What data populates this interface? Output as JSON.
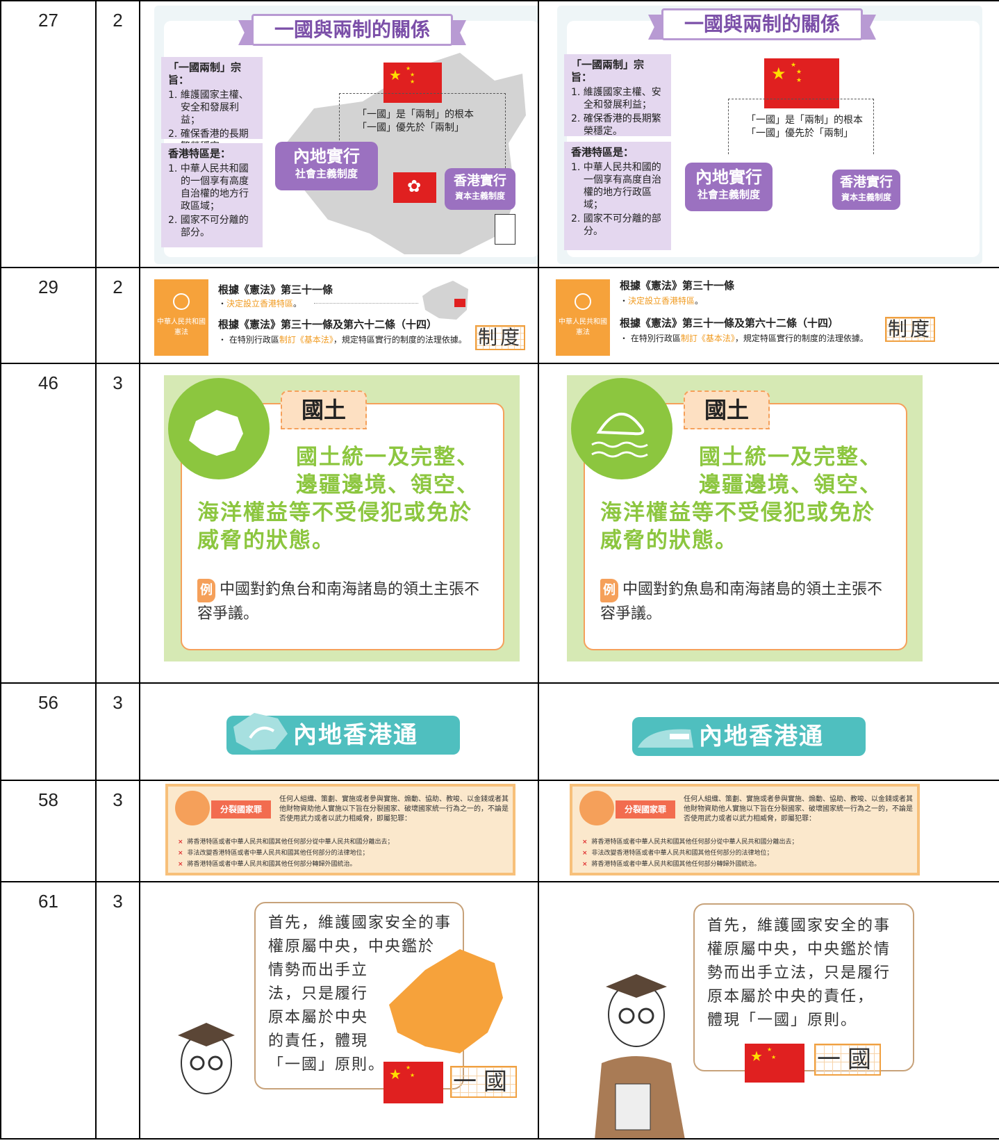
{
  "rows": [
    {
      "id": "27",
      "v": "2"
    },
    {
      "id": "29",
      "v": "2"
    },
    {
      "id": "46",
      "v": "3"
    },
    {
      "id": "56",
      "v": "3"
    },
    {
      "id": "58",
      "v": "3"
    },
    {
      "id": "61",
      "v": "3"
    }
  ],
  "r27": {
    "title": "一國與兩制的關係",
    "aim_head": "「一國兩制」宗旨：",
    "aim_1": "1. 維護國家主權、安全和發展利益；",
    "aim_2": "2. 確保香港的長期繁榮穩定。",
    "hk_head": "香港特區是：",
    "hk_1": "1. 中華人民共和國的一個享有高度自治權的地方行政區域；",
    "hk_2": "2. 國家不可分離的部分。",
    "note_1": "「一國」是「兩制」的根本",
    "note_2": "「一國」優先於「兩制」",
    "main_t1": "內地實行",
    "main_t2": "社會主義制度",
    "hkb_t1": "香港實行",
    "hkb_t2": "資本主義制度"
  },
  "r29": {
    "book": "中華人民共和國憲法",
    "h1": "根據《憲法》第三十一條",
    "b1_pre": "・",
    "b1": "決定設立香港特區",
    "b1_end": "。",
    "h2": "根據《憲法》第三十一條及第六十二條（十四）",
    "b2_pre": "・ 在特別行政區",
    "b2_em": "制訂《基本法》",
    "b2_post": "，規定特區實行的制度的法理依據。",
    "word": "制度"
  },
  "r46": {
    "tab": "國土",
    "l1": "國土統一及完整、",
    "l2": "邊疆邊境、領空、",
    "l3": "海洋權益等不受侵犯或免於",
    "l4": "威脅的狀態。",
    "ex_tag": "例",
    "ex_left": "中國對釣魚台和南海諸島的領土主張不容爭議。",
    "ex_right": "中國對釣魚島和南海諸島的領土主張不容爭議。"
  },
  "r56": {
    "banner": "內地香港通"
  },
  "r58": {
    "label": "分裂國家罪",
    "text": "任何人組織、策劃、實施或者參與實施、煽動、協助、教唆、以金錢或者其他財物資助他人實施以下旨在分裂國家、破壞國家統一行為之一的，不論是否使用武力或者以武力相威脅，即屬犯罪：",
    "x": "×",
    "b1": "將香港特區或者中華人民共和國其他任何部分從中華人民共和國分離出去；",
    "b2": "非法改變香港特區或者中華人民共和國其他任何部分的法律地位；",
    "b3": "將香港特區或者中華人民共和國其他任何部分轉歸外國統治。"
  },
  "r61": {
    "left_lines": [
      "首先，維護國家安全的事",
      "權原屬中央，中央鑑於",
      "情勢而出手立",
      "法，只是履行",
      "原本屬於中央",
      "的責任，體現",
      "「一國」原則。"
    ],
    "right_lines": [
      "首先，維護國家安全的事",
      "權原屬中央，中央鑑於情",
      "勢而出手立法，只是履行",
      "原本屬於中央的責任，",
      "體現「一國」原則。"
    ],
    "word": "一國"
  },
  "colors": {
    "purple": "#9b71c0",
    "green": "#8cc63f",
    "orange": "#f5a05a",
    "teal": "#4fbfbf",
    "red": "#e02020"
  }
}
